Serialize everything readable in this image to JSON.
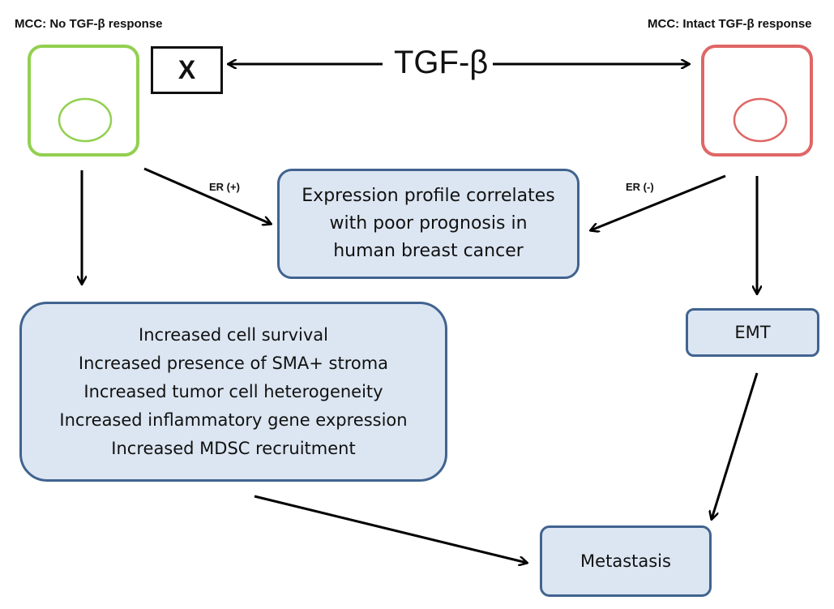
{
  "left_title": "MCC: No TGF-β response",
  "right_title": "MCC: Intact TGF-β response",
  "tgf_label": "TGF-β",
  "block_mark": "X",
  "er_pos_label": "ER (+)",
  "er_neg_label": "ER (-)",
  "expression_box": [
    "Expression profile correlates",
    "with poor prognosis in",
    "human breast cancer"
  ],
  "effects_box": [
    "Increased cell survival",
    "Increased presence of SMA+ stroma",
    "Increased tumor cell heterogeneity",
    "Increased inflammatory gene expression",
    "Increased MDSC recruitment"
  ],
  "emt_label": "EMT",
  "metastasis_label": "Metastasis",
  "colors": {
    "no_response_cell": "#92d050",
    "intact_response_cell": "#e06666",
    "box_fill": "#dce6f2",
    "box_border": "#41638f"
  }
}
